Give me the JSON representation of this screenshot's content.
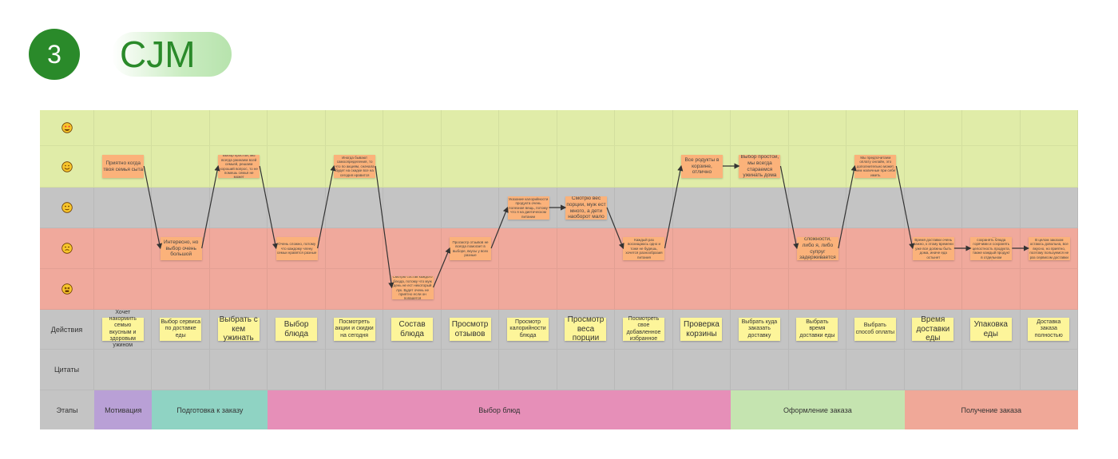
{
  "header": {
    "number": "3",
    "title": "CJM"
  },
  "emotions": [
    "heart-eyes",
    "smile",
    "neutral",
    "slight-frown",
    "tired"
  ],
  "row_labels": {
    "actions": "Действия",
    "quotes": "Цитаты",
    "stages": "Этапы"
  },
  "colors": {
    "positive": "#e0eca8",
    "neutral": "#c4c4c4",
    "negative": "#f0a99c",
    "sticky": "#fbb27a",
    "action": "#fdf59a"
  },
  "notes": [
    {
      "col": 0,
      "level": 1,
      "text": "Приятно когда твоя семья сыта",
      "big": true
    },
    {
      "col": 1,
      "level": 3,
      "text": "Интересно, но выбор очень большой",
      "big": true
    },
    {
      "col": 2,
      "level": 1,
      "text": "Выбор простой, мы всегда ужинаем всей семьей, решаем хороший вопрос, то не помешь семья не может"
    },
    {
      "col": 3,
      "level": 3,
      "text": "Очень сложно, потому что каждому члену семьи нравятся разные"
    },
    {
      "col": 4,
      "level": 1,
      "text": "Иногда бывают самоопределения, то что по акциям, сначала будет на скидке все на сегодня нравится"
    },
    {
      "col": 5,
      "level": 4,
      "text": "Смотрю состав каждого блюда, потому что муж день не ест некоторый лук. Будет очень не приятно если он попадется"
    },
    {
      "col": 6,
      "level": 3,
      "text": "Просмотр отзывов не всегда помогает в выборе, вкусы у всех разные"
    },
    {
      "col": 7,
      "level": 2,
      "text": "Указание калорийности продукта очень полезная вещь, потому что я на диетическом питании"
    },
    {
      "col": 8,
      "level": 2,
      "text": "Смотрю вес порции, муж ест много, а дети наоборот мало",
      "big": true
    },
    {
      "col": 9,
      "level": 3,
      "text": "Каждый раз восхищаюсь одно и тоже не будешь, хочется разнообразия питания"
    },
    {
      "col": 10,
      "level": 1,
      "text": "Все родукты в корзине, отлично",
      "big": true
    },
    {
      "col": 11,
      "level": 1,
      "text": "Выбор простой, мы всегда стараемся ужинать дома",
      "big": true
    },
    {
      "col": 12,
      "level": 3,
      "text": "Бывают сложности, либо я, либо супруг задерживается на работе",
      "big": true
    },
    {
      "col": 13,
      "level": 1,
      "text": "Мы предпочитаем оплату онлайн, это дополнительно может, чем наличные при себе иметь"
    },
    {
      "col": 14,
      "level": 3,
      "text": "Время доставки очень важно, к этому времени уже все должны быть дома, иначе еда остынет"
    },
    {
      "col": 15,
      "level": 3,
      "text": "Упаковка должна сохранять блюда горячими и сохранять целостность продукта, также каждый продукт в отдельном контейнере"
    },
    {
      "col": 16,
      "level": 3,
      "text": "В целом заказом остаюсь довольна, все вкусно, но приятно, поэтому пользуемся не раз сервисом доставки"
    }
  ],
  "actions": [
    {
      "text": "Хочет накормить семью вкусным и здоровым ужином"
    },
    {
      "text": "Выбор сервиса по доставке еды"
    },
    {
      "text": "Выбрать с кем ужинать",
      "big": true
    },
    {
      "text": "Выбор блюда",
      "big": true
    },
    {
      "text": "Посмотреть акции и скидки на сегодня"
    },
    {
      "text": "Состав блюда",
      "big": true
    },
    {
      "text": "Просмотр отзывов",
      "big": true
    },
    {
      "text": "Просмотр калорийности блюда"
    },
    {
      "text": "Просмотр веса порции",
      "big": true
    },
    {
      "text": "Посмотреть свое добавленное избранное"
    },
    {
      "text": "Проверка корзины",
      "big": true
    },
    {
      "text": "Выбрать куда заказать доставку"
    },
    {
      "text": "Выбрать время доставки еды"
    },
    {
      "text": "Выбрать способ оплаты"
    },
    {
      "text": "Время доставки еды",
      "big": true
    },
    {
      "text": "Упаковка еды",
      "big": true
    },
    {
      "text": "Доставка заказа полностью"
    }
  ],
  "stages": [
    {
      "label": "Мотивация",
      "span": 1,
      "color": "#b9a0d6"
    },
    {
      "label": "Подготовка к заказу",
      "span": 2,
      "color": "#8fd3c3"
    },
    {
      "label": "Выбор блюд",
      "span": 8,
      "color": "#e68fb8"
    },
    {
      "label": "Оформление заказа",
      "span": 3,
      "color": "#c5e4b0"
    },
    {
      "label": "Получение заказа",
      "span": 3,
      "color": "#f0a898"
    }
  ]
}
